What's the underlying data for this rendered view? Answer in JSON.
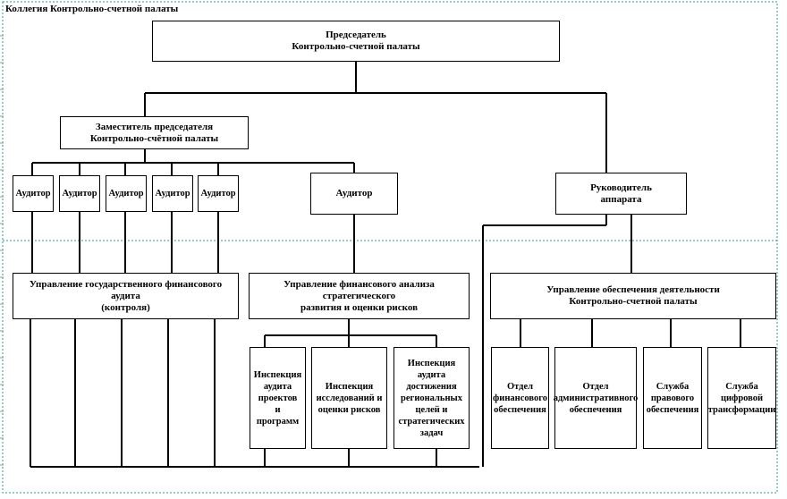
{
  "caption": "Коллегия Контрольно-счетной палаты",
  "nodes": {
    "chairman": "Председатель\nКонтрольно-счетной палаты",
    "deputy": "Заместитель председателя\nКонтрольно-счётной палаты",
    "auditor_label": "Аудитор",
    "head_of_staff": "Руководитель\nаппарата",
    "dept_fin_audit": "Управление государственного финансового аудита\n(контроля)",
    "dept_fin_analysis": "Управление финансового анализа стратегического\nразвития и оценки рисков",
    "dept_support": "Управление обеспечения деятельности\nКонтрольно-счетной палаты",
    "insp_projects": "Инспекция\nаудита\nпроектов\nи программ",
    "insp_research": "Инспекция\nисследований и\nоценки рисков",
    "insp_regional": "Инспекция\nаудита\nдостижения\nрегиональных\nцелей и\nстратегических\nзадач",
    "div_finance": "Отдел\nфинансового\nобеспечения",
    "div_admin": "Отдел\nадминистративного\nобеспечения",
    "svc_legal": "Служба\nправового\nобеспечения",
    "svc_digital": "Служба\nцифровой\nтрансформации"
  }
}
